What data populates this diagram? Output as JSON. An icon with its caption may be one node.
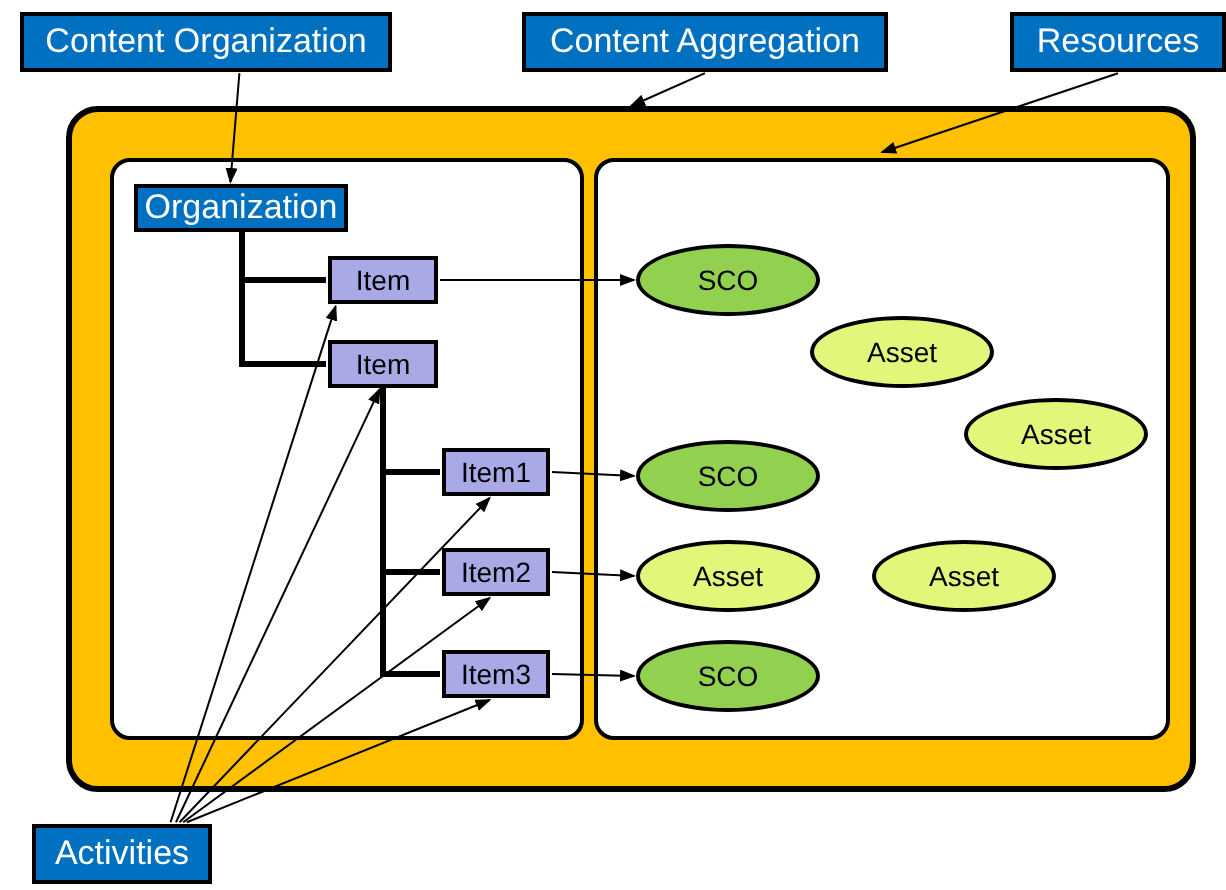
{
  "diagram": {
    "nodes": [
      {
        "text": [
          "Content Organization"
        ]
      },
      {
        "text": [
          "Content Aggregation"
        ]
      },
      {
        "text": [
          "Resources"
        ]
      },
      {
        "text": [],
        "shape": "box"
      },
      {
        "text": [],
        "shape": "box",
        "in": 3
      },
      {
        "text": [],
        "shape": "box",
        "in": 3
      },
      {
        "text": [
          "Organization"
        ],
        "in": 4
      },
      {
        "text": [
          "Item"
        ],
        "in": 4
      },
      {
        "text": [
          "Item"
        ],
        "in": 4
      },
      {
        "text": [
          "Item1"
        ],
        "in": 4
      },
      {
        "text": [
          "Item2"
        ],
        "in": 4
      },
      {
        "text": [
          "Item3"
        ],
        "in": 4
      },
      {
        "text": [
          "SCO"
        ],
        "in": 5
      },
      {
        "text": [
          "Asset"
        ],
        "in": 5
      },
      {
        "text": [
          "Asset"
        ],
        "in": 5
      },
      {
        "text": [
          "SCO"
        ],
        "in": 5
      },
      {
        "text": [
          "Asset"
        ],
        "in": 5
      },
      {
        "text": [
          "Asset"
        ],
        "in": 5
      },
      {
        "text": [
          "SCO"
        ],
        "in": 5
      },
      {
        "text": [
          "Activities"
        ]
      }
    ],
    "edges": [
      {
        "from": 0,
        "to": 6,
        "arrow": "to"
      },
      {
        "from": 1,
        "to": 3,
        "arrow": "to"
      },
      {
        "from": 2,
        "to": 5,
        "arrow": "to"
      },
      {
        "from": 6,
        "to": 7,
        "arrow": "none",
        "style": "thick"
      },
      {
        "from": 6,
        "to": 8,
        "arrow": "none",
        "style": "thick"
      },
      {
        "from": 8,
        "to": 9,
        "arrow": "none",
        "style": "thick"
      },
      {
        "from": 8,
        "to": 10,
        "arrow": "none",
        "style": "thick"
      },
      {
        "from": 8,
        "to": 11,
        "arrow": "none",
        "style": "thick"
      },
      {
        "from": 7,
        "to": 12,
        "arrow": "to"
      },
      {
        "from": 9,
        "to": 15,
        "arrow": "to"
      },
      {
        "from": 10,
        "to": 16,
        "arrow": "to"
      },
      {
        "from": 11,
        "to": 18,
        "arrow": "to"
      },
      {
        "from": 19,
        "to": 7,
        "arrow": "to"
      },
      {
        "from": 19,
        "to": 8,
        "arrow": "to"
      },
      {
        "from": 19,
        "to": 9,
        "arrow": "to"
      },
      {
        "from": 19,
        "to": 10,
        "arrow": "to"
      },
      {
        "from": 19,
        "to": 11,
        "arrow": "to"
      }
    ]
  }
}
